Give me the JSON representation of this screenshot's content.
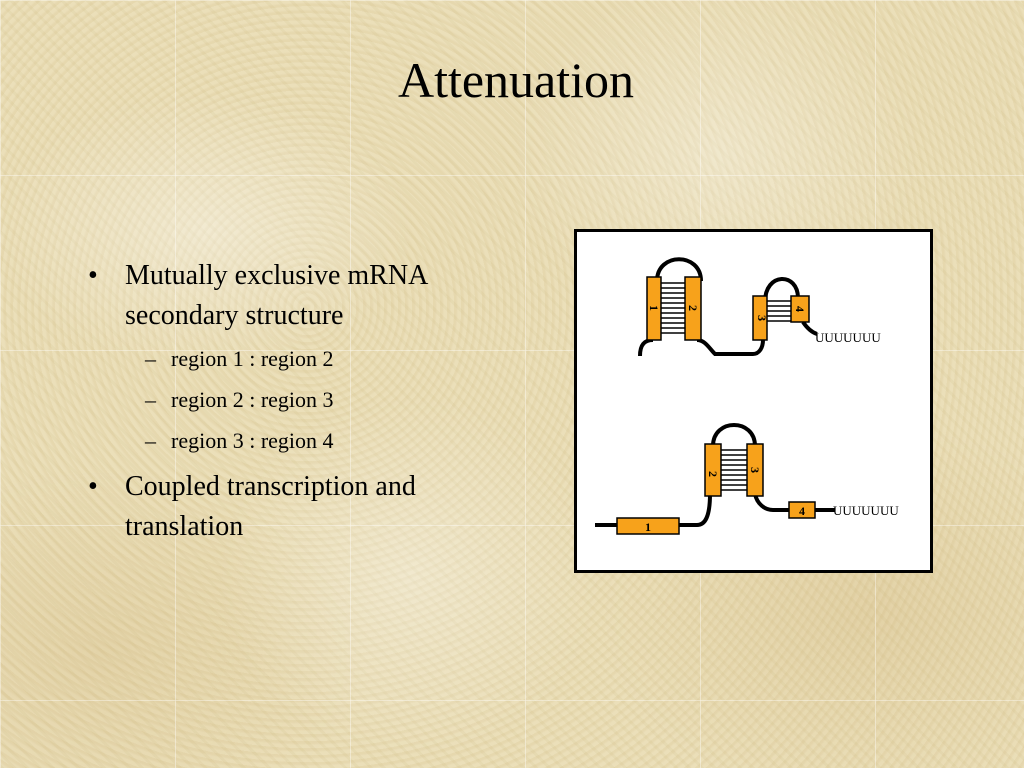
{
  "slide": {
    "title": "Attenuation",
    "bullets": [
      {
        "text": "Mutually exclusive mRNA secondary structure",
        "subitems": [
          "region 1 : region 2",
          "region 2 : region 3",
          "region 3 : region 4"
        ]
      },
      {
        "text": "Coupled transcription and translation",
        "subitems": []
      }
    ],
    "bullet_symbol": "•",
    "dash_symbol": "–"
  },
  "diagram": {
    "region_color": "#f7a21b",
    "stroke_color": "#000000",
    "top_structure": {
      "regions": [
        "1",
        "2",
        "3",
        "4"
      ],
      "poly_u": "UUUUUUU"
    },
    "bottom_structure": {
      "regions": [
        "1",
        "2",
        "3",
        "4"
      ],
      "poly_u": "UUUUUUU"
    }
  }
}
